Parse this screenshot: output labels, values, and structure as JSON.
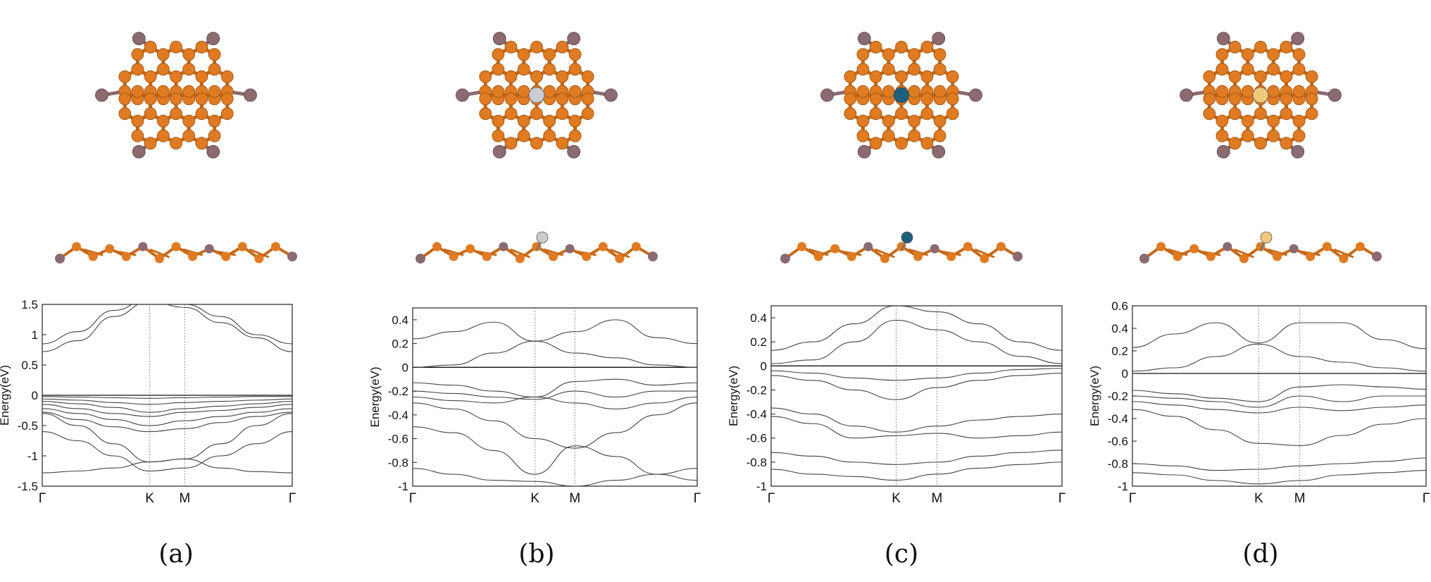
{
  "figure": {
    "atom_colors": {
      "carbon": "#e07b22",
      "host": "#8b6a70",
      "bond": "#c56a1a"
    },
    "dopant_colors": [
      "",
      "#c9ccd0",
      "#1f5f7c",
      "#f0c97a"
    ],
    "panels": [
      {
        "label": "(a)",
        "dopant": "none"
      },
      {
        "label": "(b)",
        "dopant": "grey-atom"
      },
      {
        "label": "(c)",
        "dopant": "dark-teal-atom"
      },
      {
        "label": "(d)",
        "dopant": "gold-atom"
      }
    ]
  },
  "chart_data": [
    {
      "type": "line",
      "ylabel": "Energy(eV)",
      "ylim": [
        -1.5,
        1.5
      ],
      "yticks": [
        "1.5",
        "1",
        "0.5",
        "0",
        "-0.5",
        "-1",
        "-1.5"
      ],
      "ytick_values": [
        1.5,
        1,
        0.5,
        0,
        -0.5,
        -1,
        -1.5
      ],
      "kpoints": [
        "Γ",
        "K",
        "M",
        "Γ"
      ],
      "kpath": [
        0,
        0.43,
        0.57,
        1.0
      ],
      "fermi_level": 0,
      "series": [
        {
          "values": [
            0.72,
            0.9,
            1.3,
            1.55,
            1.45,
            1.2,
            0.95,
            0.72
          ]
        },
        {
          "values": [
            0.85,
            1.05,
            1.4,
            1.6,
            1.5,
            1.3,
            1.0,
            0.85
          ]
        },
        {
          "values": [
            -0.02,
            -0.03,
            -0.04,
            -0.05,
            -0.04,
            -0.03,
            -0.02,
            -0.02
          ]
        },
        {
          "values": [
            -0.06,
            -0.08,
            -0.12,
            -0.15,
            -0.12,
            -0.1,
            -0.08,
            -0.06
          ]
        },
        {
          "values": [
            -0.1,
            -0.14,
            -0.2,
            -0.28,
            -0.22,
            -0.18,
            -0.14,
            -0.1
          ]
        },
        {
          "values": [
            -0.15,
            -0.22,
            -0.3,
            -0.35,
            -0.28,
            -0.25,
            -0.2,
            -0.15
          ]
        },
        {
          "values": [
            -0.22,
            -0.3,
            -0.4,
            -0.5,
            -0.42,
            -0.35,
            -0.28,
            -0.22
          ]
        },
        {
          "values": [
            -0.28,
            -0.4,
            -0.52,
            -0.6,
            -0.55,
            -0.45,
            -0.35,
            -0.28
          ]
        },
        {
          "values": [
            -0.3,
            -0.5,
            -0.8,
            -1.1,
            -1.05,
            -0.8,
            -0.5,
            -0.3
          ]
        },
        {
          "values": [
            -0.6,
            -0.75,
            -1.0,
            -1.25,
            -1.2,
            -1.0,
            -0.8,
            -0.6
          ]
        },
        {
          "values": [
            -1.28,
            -1.25,
            -1.2,
            -1.1,
            -1.05,
            -1.2,
            -1.26,
            -1.28
          ]
        }
      ]
    },
    {
      "type": "line",
      "ylabel": "Energy(eV)",
      "ylim": [
        -1,
        0.5
      ],
      "yticks": [
        "0.4",
        "0.2",
        "0",
        "-0.2",
        "-0.4",
        "-0.6",
        "-0.8",
        "-1"
      ],
      "ytick_values": [
        0.4,
        0.2,
        0,
        -0.2,
        -0.4,
        -0.6,
        -0.8,
        -1
      ],
      "kpoints": [
        "Γ",
        "K",
        "M",
        "Γ"
      ],
      "kpath": [
        0,
        0.43,
        0.57,
        1.0
      ],
      "fermi_level": 0,
      "series": [
        {
          "values": [
            0.24,
            0.3,
            0.38,
            0.22,
            0.3,
            0.4,
            0.25,
            0.2
          ]
        },
        {
          "values": [
            0.0,
            0.02,
            0.12,
            0.22,
            0.12,
            0.08,
            0.02,
            0.0
          ]
        },
        {
          "values": [
            -0.13,
            -0.15,
            -0.2,
            -0.25,
            -0.12,
            -0.1,
            -0.15,
            -0.13
          ]
        },
        {
          "values": [
            -0.2,
            -0.22,
            -0.25,
            -0.27,
            -0.2,
            -0.25,
            -0.2,
            -0.2
          ]
        },
        {
          "values": [
            -0.25,
            -0.28,
            -0.3,
            -0.25,
            -0.3,
            -0.35,
            -0.3,
            -0.25
          ]
        },
        {
          "values": [
            -0.3,
            -0.35,
            -0.45,
            -0.6,
            -0.68,
            -0.55,
            -0.4,
            -0.3
          ]
        },
        {
          "values": [
            -0.5,
            -0.55,
            -0.7,
            -0.9,
            -0.66,
            -0.75,
            -0.9,
            -0.95
          ]
        },
        {
          "values": [
            -0.85,
            -0.9,
            -0.95,
            -0.96,
            -1.0,
            -0.95,
            -0.9,
            -0.85
          ]
        }
      ]
    },
    {
      "type": "line",
      "ylabel": "Energy(eV)",
      "ylim": [
        -1,
        0.5
      ],
      "yticks": [
        "0.4",
        "0.2",
        "0",
        "-0.2",
        "-0.4",
        "-0.6",
        "-0.8",
        "-1"
      ],
      "ytick_values": [
        0.4,
        0.2,
        0,
        -0.2,
        -0.4,
        -0.6,
        -0.8,
        -1
      ],
      "kpoints": [
        "Γ",
        "K",
        "M",
        "Γ"
      ],
      "kpath": [
        0,
        0.43,
        0.57,
        1.0
      ],
      "fermi_level": 0,
      "series": [
        {
          "values": [
            0.13,
            0.2,
            0.35,
            0.5,
            0.45,
            0.35,
            0.2,
            0.13
          ]
        },
        {
          "values": [
            0.02,
            0.05,
            0.2,
            0.38,
            0.3,
            0.2,
            0.08,
            0.02
          ]
        },
        {
          "values": [
            -0.04,
            -0.06,
            -0.1,
            -0.12,
            -0.1,
            -0.06,
            -0.03,
            -0.02
          ]
        },
        {
          "values": [
            -0.08,
            -0.12,
            -0.2,
            -0.28,
            -0.18,
            -0.12,
            -0.08,
            -0.06
          ]
        },
        {
          "values": [
            -0.35,
            -0.4,
            -0.5,
            -0.55,
            -0.5,
            -0.45,
            -0.42,
            -0.4
          ]
        },
        {
          "values": [
            -0.42,
            -0.48,
            -0.6,
            -0.58,
            -0.56,
            -0.6,
            -0.58,
            -0.55
          ]
        },
        {
          "values": [
            -0.72,
            -0.75,
            -0.8,
            -0.82,
            -0.8,
            -0.75,
            -0.72,
            -0.7
          ]
        },
        {
          "values": [
            -0.86,
            -0.9,
            -0.92,
            -0.95,
            -0.9,
            -0.85,
            -0.82,
            -0.8
          ]
        }
      ]
    },
    {
      "type": "line",
      "ylabel": "Energy(eV)",
      "ylim": [
        -1,
        0.6
      ],
      "yticks": [
        "0.6",
        "0.4",
        "0.2",
        "0",
        "-0.2",
        "-0.4",
        "-0.6",
        "-0.8",
        "-1"
      ],
      "ytick_values": [
        0.6,
        0.4,
        0.2,
        0,
        -0.2,
        -0.4,
        -0.6,
        -0.8,
        -1
      ],
      "kpoints": [
        "Γ",
        "K",
        "M",
        "Γ"
      ],
      "kpath": [
        0,
        0.43,
        0.57,
        1.0
      ],
      "fermi_level": 0,
      "series": [
        {
          "values": [
            0.23,
            0.35,
            0.45,
            0.27,
            0.45,
            0.45,
            0.3,
            0.22
          ]
        },
        {
          "values": [
            0.02,
            0.05,
            0.15,
            0.26,
            0.15,
            0.1,
            0.05,
            0.02
          ]
        },
        {
          "values": [
            -0.15,
            -0.18,
            -0.22,
            -0.25,
            -0.12,
            -0.1,
            -0.12,
            -0.14
          ]
        },
        {
          "values": [
            -0.2,
            -0.22,
            -0.25,
            -0.3,
            -0.2,
            -0.25,
            -0.2,
            -0.2
          ]
        },
        {
          "values": [
            -0.25,
            -0.28,
            -0.32,
            -0.35,
            -0.3,
            -0.33,
            -0.3,
            -0.28
          ]
        },
        {
          "values": [
            -0.32,
            -0.38,
            -0.5,
            -0.62,
            -0.64,
            -0.55,
            -0.45,
            -0.4
          ]
        },
        {
          "values": [
            -0.8,
            -0.82,
            -0.86,
            -0.85,
            -0.82,
            -0.8,
            -0.78,
            -0.75
          ]
        },
        {
          "values": [
            -0.88,
            -0.9,
            -0.95,
            -0.98,
            -0.95,
            -0.9,
            -0.88,
            -0.86
          ]
        }
      ]
    }
  ]
}
